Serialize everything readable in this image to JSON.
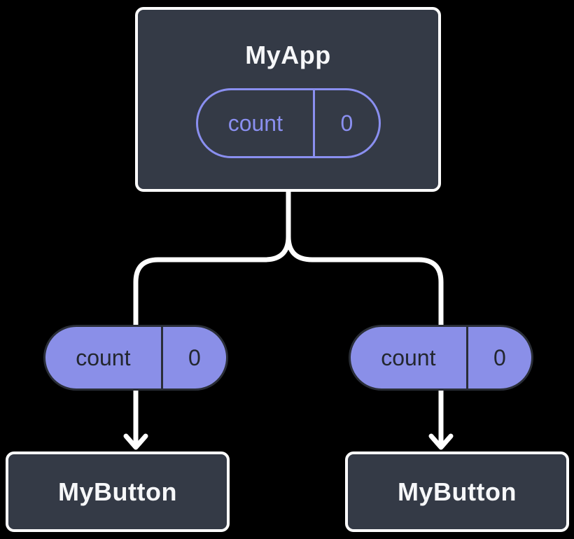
{
  "diagram": {
    "description": "Component tree showing state lifted to parent and passed down as props",
    "colors": {
      "bg": "#000000",
      "card": "#343A46",
      "card_border": "#FFFFFF",
      "card_text": "#F6F7F9",
      "pill_fill": "#8A8FE8",
      "pill_outline": "#8A8FF0",
      "pill_dark_text": "#23272F",
      "pill_dark_border": "#2A2E37",
      "connector": "#FFFFFF"
    },
    "root": {
      "title": "MyApp",
      "state": {
        "name": "count",
        "value": "0"
      }
    },
    "children": [
      {
        "title": "MyButton",
        "prop": {
          "name": "count",
          "value": "0"
        }
      },
      {
        "title": "MyButton",
        "prop": {
          "name": "count",
          "value": "0"
        }
      }
    ]
  }
}
